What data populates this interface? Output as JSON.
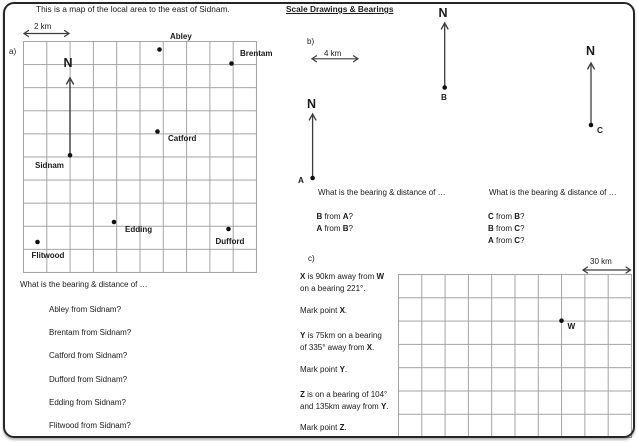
{
  "header": {
    "map_title": "This is a map of the local area to the east of Sidnam.",
    "worksheet_title": "Scale Drawings & Bearings"
  },
  "section_a": {
    "label": "a)",
    "scale": "2 km",
    "north": "N",
    "points": {
      "abley": "Abley",
      "brentam": "Brentam",
      "catford": "Catford",
      "sidnam": "Sidnam",
      "edding": "Edding",
      "dufford": "Dufford",
      "flitwood": "Flitwood"
    },
    "question_heading": "What is the bearing & distance of …",
    "questions": [
      "Abley from Sidnam?",
      "Brentam from Sidnam?",
      "Catford from Sidnam?",
      "Dufford from Sidnam?",
      "Edding from Sidnam?",
      "Flitwood from Sidnam?"
    ]
  },
  "section_b": {
    "label": "b)",
    "scale": "4 km",
    "north": "N",
    "point_a": "A",
    "point_b": "B",
    "point_c": "C",
    "question_heading": "What is the bearing & distance of …",
    "ab_questions": [
      {
        "p1": "B",
        "mid": " from ",
        "p2": "A",
        "end": "?"
      },
      {
        "p1": "A",
        "mid": " from ",
        "p2": "B",
        "end": "?"
      }
    ],
    "c_questions": [
      {
        "p1": "C",
        "mid": " from ",
        "p2": "B",
        "end": "?"
      },
      {
        "p1": "B",
        "mid": " from ",
        "p2": "C",
        "end": "?"
      },
      {
        "p1": "A",
        "mid": " from ",
        "p2": "C",
        "end": "?"
      }
    ]
  },
  "section_c": {
    "label": "c)",
    "scale": "30 km",
    "point_w": "W",
    "lines": [
      {
        "b1": "X",
        "n2": " is 90km away from ",
        "b2": "W"
      },
      {
        "n1": "on a bearing 221°."
      },
      {
        "n1": "Mark point ",
        "b1": "X",
        "n2": "."
      },
      {
        "b1": "Y",
        "n2": " is 75km on a bearing"
      },
      {
        "n1": "of 335° away from ",
        "b1": "X",
        "n2": "."
      },
      {
        "n1": "Mark point ",
        "b1": "Y",
        "n2": "."
      },
      {
        "b1": "Z",
        "n2": " is on a bearing of 104°"
      },
      {
        "n1": "and 135km away from ",
        "b1": "Y",
        "n2": "."
      },
      {
        "n1": "Mark point ",
        "b1": "Z",
        "n2": "."
      }
    ]
  }
}
